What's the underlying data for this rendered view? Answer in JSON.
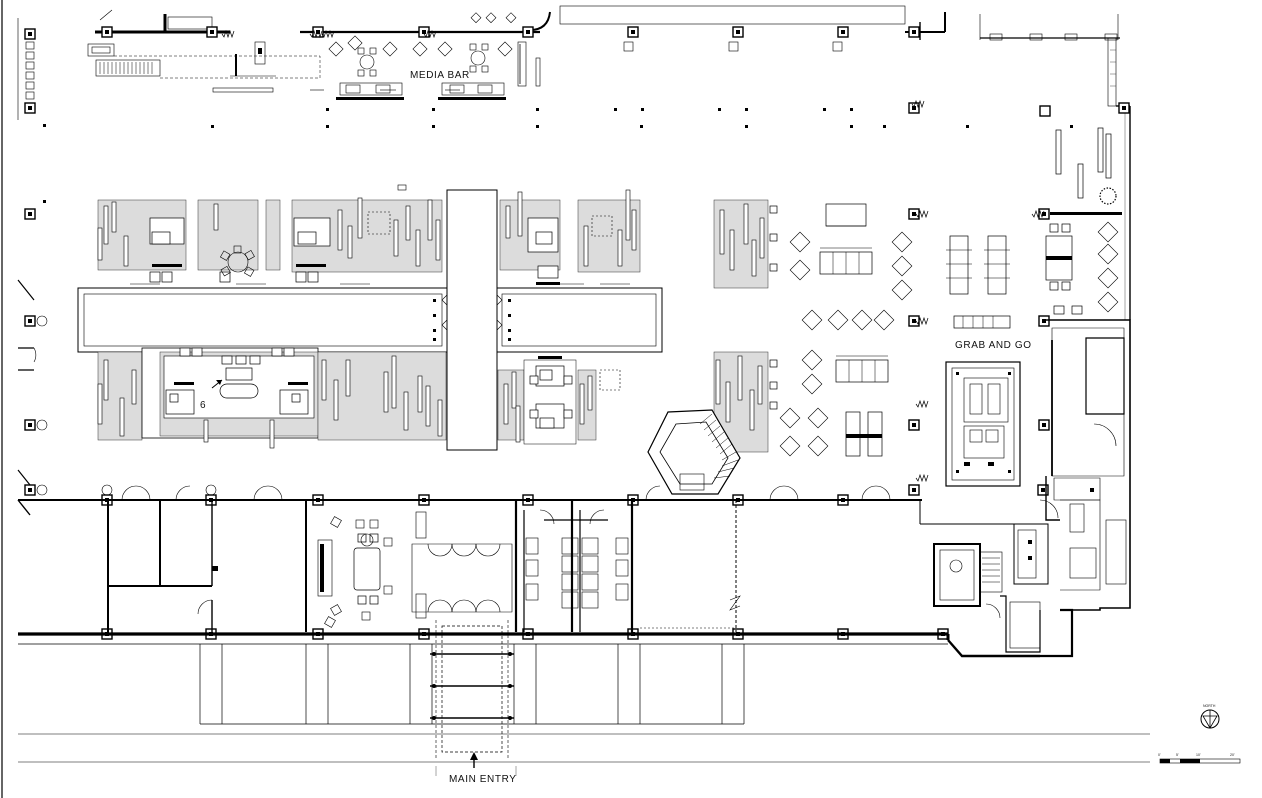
{
  "plan": {
    "labels": {
      "media_bar": "MEDIA BAR",
      "grab_and_go": "GRAB AND GO",
      "main_entry": "MAIN ENTRY",
      "room_tag": "6"
    },
    "north_arrow": {
      "label": "NORTH"
    },
    "scale_bar": {
      "ticks": [
        "0'",
        "5'",
        "10'",
        "20'"
      ]
    }
  }
}
